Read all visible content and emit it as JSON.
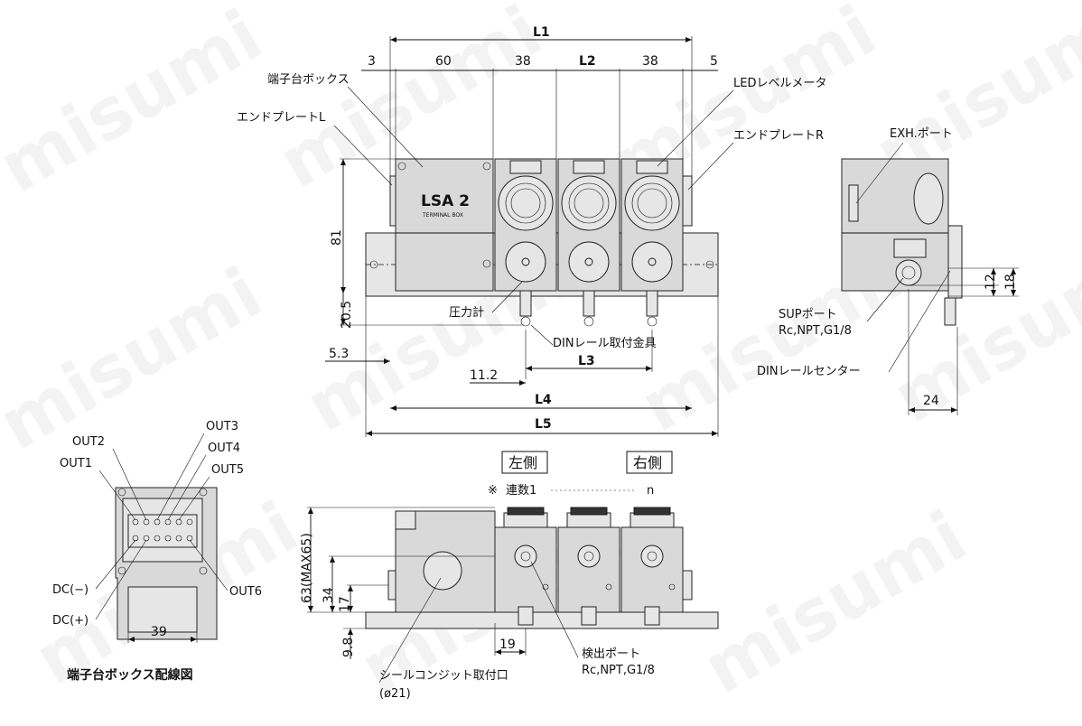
{
  "top_view": {
    "dims": {
      "L1": "L1",
      "d3": "3",
      "d60": "60",
      "d38a": "38",
      "L2": "L2",
      "d38b": "38",
      "d5": "5",
      "d81": "81",
      "d205": "20.5",
      "d53": "5.3",
      "d112": "11.2",
      "L3": "L3",
      "L4": "L4",
      "L5": "L5"
    },
    "labels": {
      "terminal_box": "端子台ボックス",
      "end_plate_l": "エンドプレートL",
      "led_meter": "LEDレベルメータ",
      "end_plate_r": "エンドプレートR",
      "pressure_gauge": "圧力計",
      "din_bracket": "DINレール取付金具",
      "box_brand": "LSA 2",
      "box_sub": "TERMINAL BOX"
    }
  },
  "side_view": {
    "labels": {
      "exh_port": "EXH.ポート",
      "sup_port": "SUPポート",
      "sup_thread": "Rc,NPT,G1/8",
      "din_center": "DINレールセンター"
    },
    "dims": {
      "d12": "12",
      "d18": "18",
      "d24": "24"
    }
  },
  "terminal_view": {
    "labels": {
      "out1": "OUT1",
      "out2": "OUT2",
      "out3": "OUT3",
      "out4": "OUT4",
      "out5": "OUT5",
      "out6": "OUT6",
      "dc_minus": "DC(−)",
      "dc_plus": "DC(+)"
    },
    "dims": {
      "d39": "39"
    },
    "caption": "端子台ボックス配線図"
  },
  "front_view": {
    "tags": {
      "left": "左側",
      "right": "右側"
    },
    "note_mark": "※",
    "note_text": "連数1",
    "note_end": "n",
    "dims": {
      "d63": "63(MAX65)",
      "d34": "34",
      "d17": "17",
      "d98": "9.8",
      "d19": "19"
    },
    "labels": {
      "detect_port": "検出ポート",
      "detect_thread": "Rc,NPT,G1/8",
      "seal_conduit": "シールコンジット取付口",
      "seal_dia": "(ø21)"
    }
  },
  "watermark": "misumi"
}
